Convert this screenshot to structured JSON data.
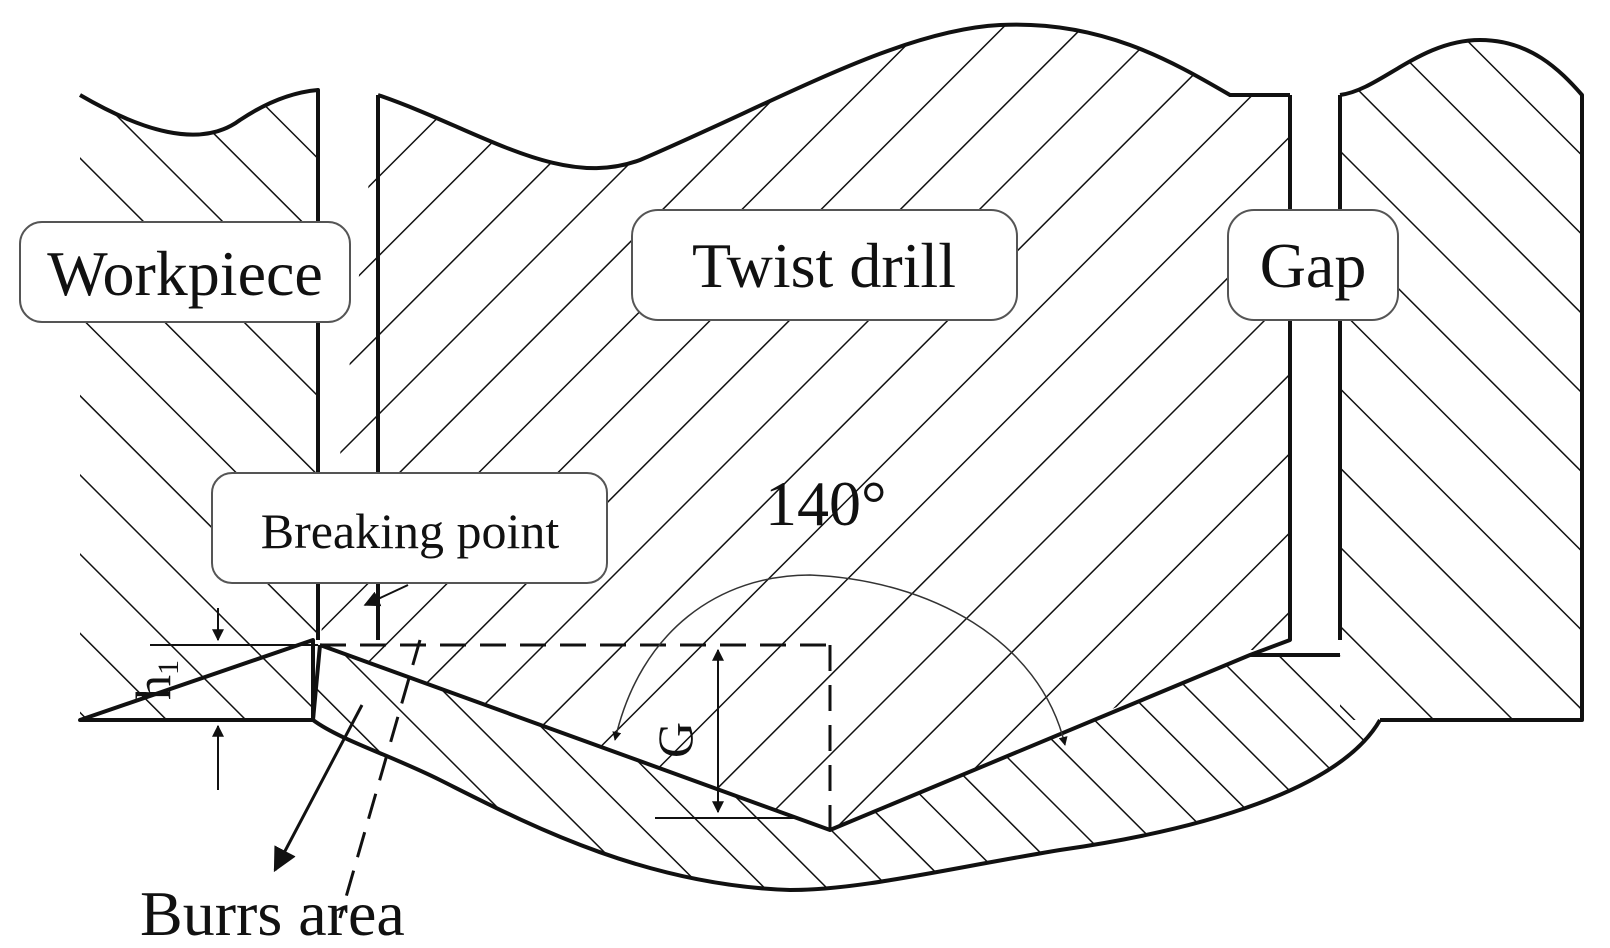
{
  "labels": {
    "workpiece": "Workpiece",
    "twist_drill": "Twist drill",
    "gap": "Gap",
    "breaking_point": "Breaking point",
    "angle": "140°",
    "h1": "h",
    "h1_sub": "1",
    "g": "G",
    "burrs_area": "Burrs area"
  },
  "colors": {
    "line": "#111111",
    "hatch": "#111111",
    "background": "#ffffff"
  }
}
